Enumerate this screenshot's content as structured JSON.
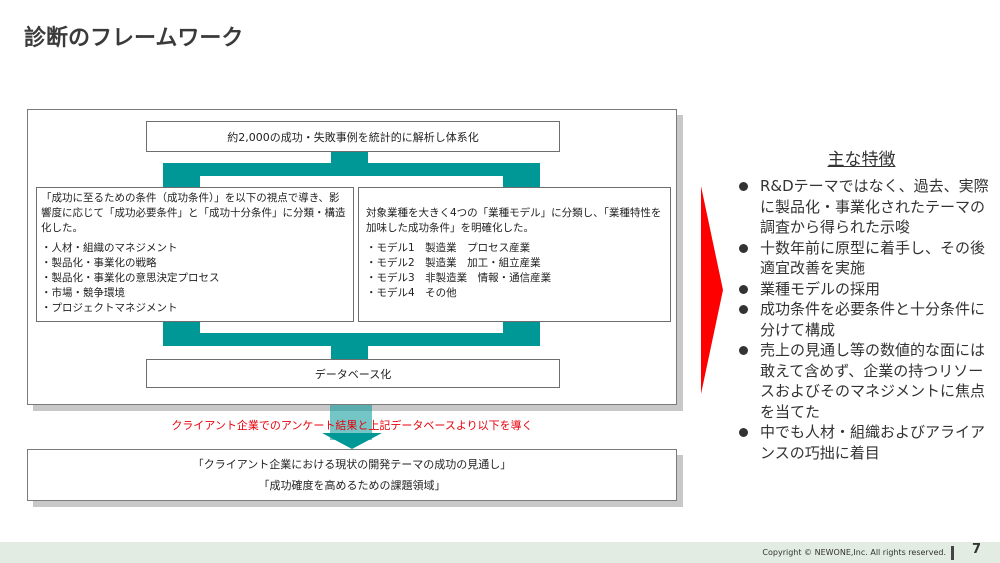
{
  "page": {
    "title": "診断のフレームワーク"
  },
  "diagram": {
    "top_box": "約2,000の成功・失敗事例を統計的に解析し体系化",
    "left_box": {
      "intro": "「成功に至るための条件（成功条件）」を以下の視点で導き、影響度に応じて「成功必要条件」と「成功十分条件」に分類・構造化した。",
      "items": [
        "・人材・組織のマネジメント",
        "・製品化・事業化の戦略",
        "・製品化・事業化の意思決定プロセス",
        "・市場・競争環境",
        "・プロジェクトマネジメント"
      ]
    },
    "right_box": {
      "intro": "対象業種を大きく4つの「業種モデル」に分類し、「業種特性を加味した成功条件」を明確化した。",
      "items": [
        "・モデル1　製造業　プロセス産業",
        "・モデル2　製造業　加工・組立産業",
        "・モデル3　非製造業　情報・通信産業",
        "・モデル4　その他"
      ]
    },
    "database_box": "データベース化",
    "red_caption": "クライアント企業でのアンケート結果と上記データベースより以下を導く",
    "bottom_box": {
      "line1": "「クライアント企業における現状の開発テーマの成功の見通し」",
      "line2": "「成功確度を高めるための課題領域」"
    },
    "colors": {
      "teal_connector": "#009896",
      "red_arrow": "#ff0000",
      "red_caption": "#e8000b"
    }
  },
  "features": {
    "title": "主な特徴",
    "items": [
      "R&Dテーマではなく、過去、実際に製品化・事業化されたテーマの調査から得られた示唆",
      "十数年前に原型に着手し、その後適宜改善を実施",
      "業種モデルの採用",
      "成功条件を必要条件と十分条件に分けて構成",
      "売上の見通し等の数値的な面には敢えて含めず、企業の持つリソースおよびそのマネジメントに焦点を当てた",
      "中でも人材・組織およびアライアンスの巧拙に着目"
    ]
  },
  "footer": {
    "copyright": "Copyright © NEWONE,Inc.  All rights reserved.",
    "page_number": "7"
  }
}
